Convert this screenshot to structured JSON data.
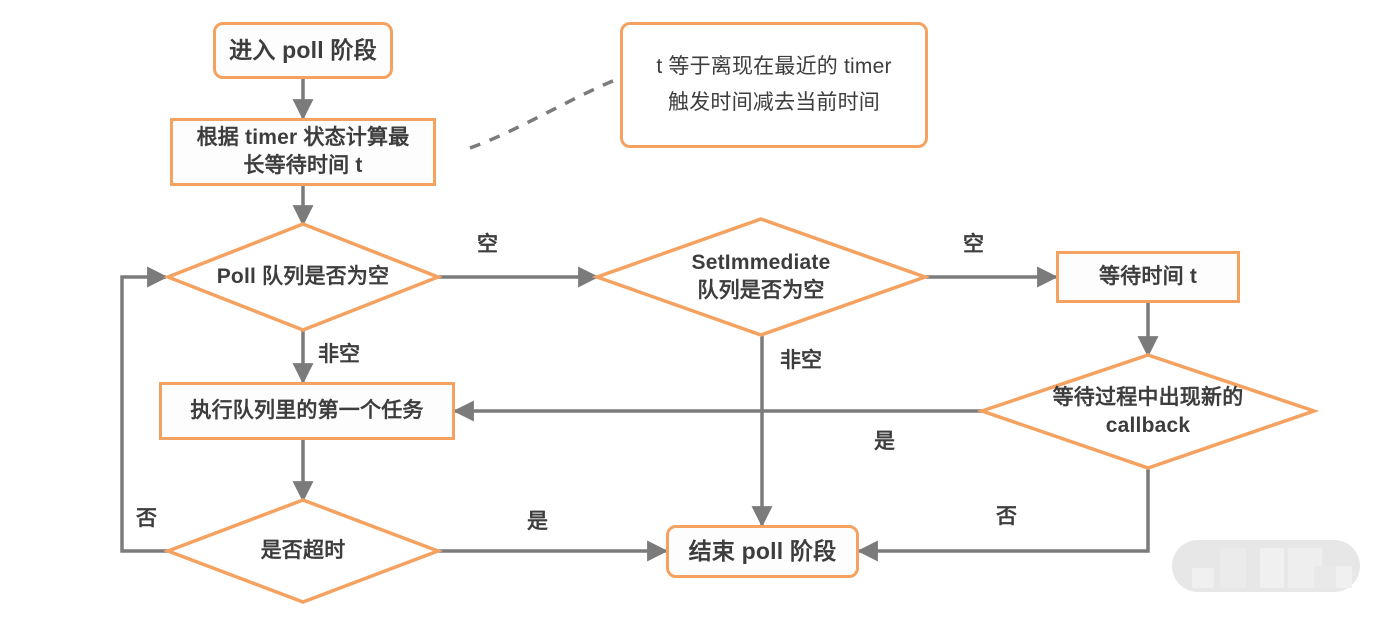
{
  "diagram": {
    "title": "Node.js poll phase flowchart",
    "colors": {
      "node_border": "#f5a261",
      "edge": "#7b7b7b",
      "text": "#3d3d3d",
      "background": "#ffffff",
      "watermark": "#e3e3e3"
    }
  },
  "nodes": {
    "start": {
      "label": "进入 poll 阶段",
      "shape": "rounded-rect"
    },
    "compute_t": {
      "label": "根据 timer 状态计算最长等待时间 t",
      "line1": "根据 timer 状态计算最",
      "line2": "长等待时间 t",
      "shape": "rect"
    },
    "note": {
      "line1": "t 等于离现在最近的 timer",
      "line2": "触发时间减去当前时间",
      "shape": "rounded-rect-note"
    },
    "poll_empty": {
      "label": "Poll 队列是否为空",
      "shape": "diamond"
    },
    "setimmediate_empty": {
      "line1": "SetImmediate",
      "line2": "队列是否为空",
      "shape": "diamond"
    },
    "wait_t": {
      "label": "等待时间 t",
      "shape": "rect"
    },
    "exec_first": {
      "label": "执行队列里的第一个任务",
      "shape": "rect"
    },
    "new_callback": {
      "line1": "等待过程中出现新的",
      "line2": "callback",
      "shape": "diamond"
    },
    "timeout": {
      "label": "是否超时",
      "shape": "diamond"
    },
    "end": {
      "label": "结束 poll 阶段",
      "shape": "rounded-rect"
    }
  },
  "edge_labels": {
    "poll_empty_yes": "空",
    "poll_not_empty": "非空",
    "setimmediate_empty_yes": "空",
    "setimmediate_not_empty": "非空",
    "callback_yes": "是",
    "callback_no": "否",
    "timeout_yes": "是",
    "timeout_no": "否"
  },
  "edges": [
    {
      "from": "start",
      "to": "compute_t",
      "label": ""
    },
    {
      "from": "compute_t",
      "to": "poll_empty",
      "label": ""
    },
    {
      "from": "compute_t",
      "to": "note",
      "label": "",
      "style": "dashed-curve"
    },
    {
      "from": "poll_empty",
      "to": "setimmediate_empty",
      "label": "空"
    },
    {
      "from": "poll_empty",
      "to": "exec_first",
      "label": "非空"
    },
    {
      "from": "setimmediate_empty",
      "to": "wait_t",
      "label": "空"
    },
    {
      "from": "setimmediate_empty",
      "to": "end",
      "label": "非空"
    },
    {
      "from": "wait_t",
      "to": "new_callback",
      "label": ""
    },
    {
      "from": "new_callback",
      "to": "exec_first",
      "label": "是"
    },
    {
      "from": "new_callback",
      "to": "end",
      "label": "否"
    },
    {
      "from": "exec_first",
      "to": "timeout",
      "label": ""
    },
    {
      "from": "timeout",
      "to": "end",
      "label": "是"
    },
    {
      "from": "timeout",
      "to": "poll_empty",
      "label": "否"
    }
  ]
}
